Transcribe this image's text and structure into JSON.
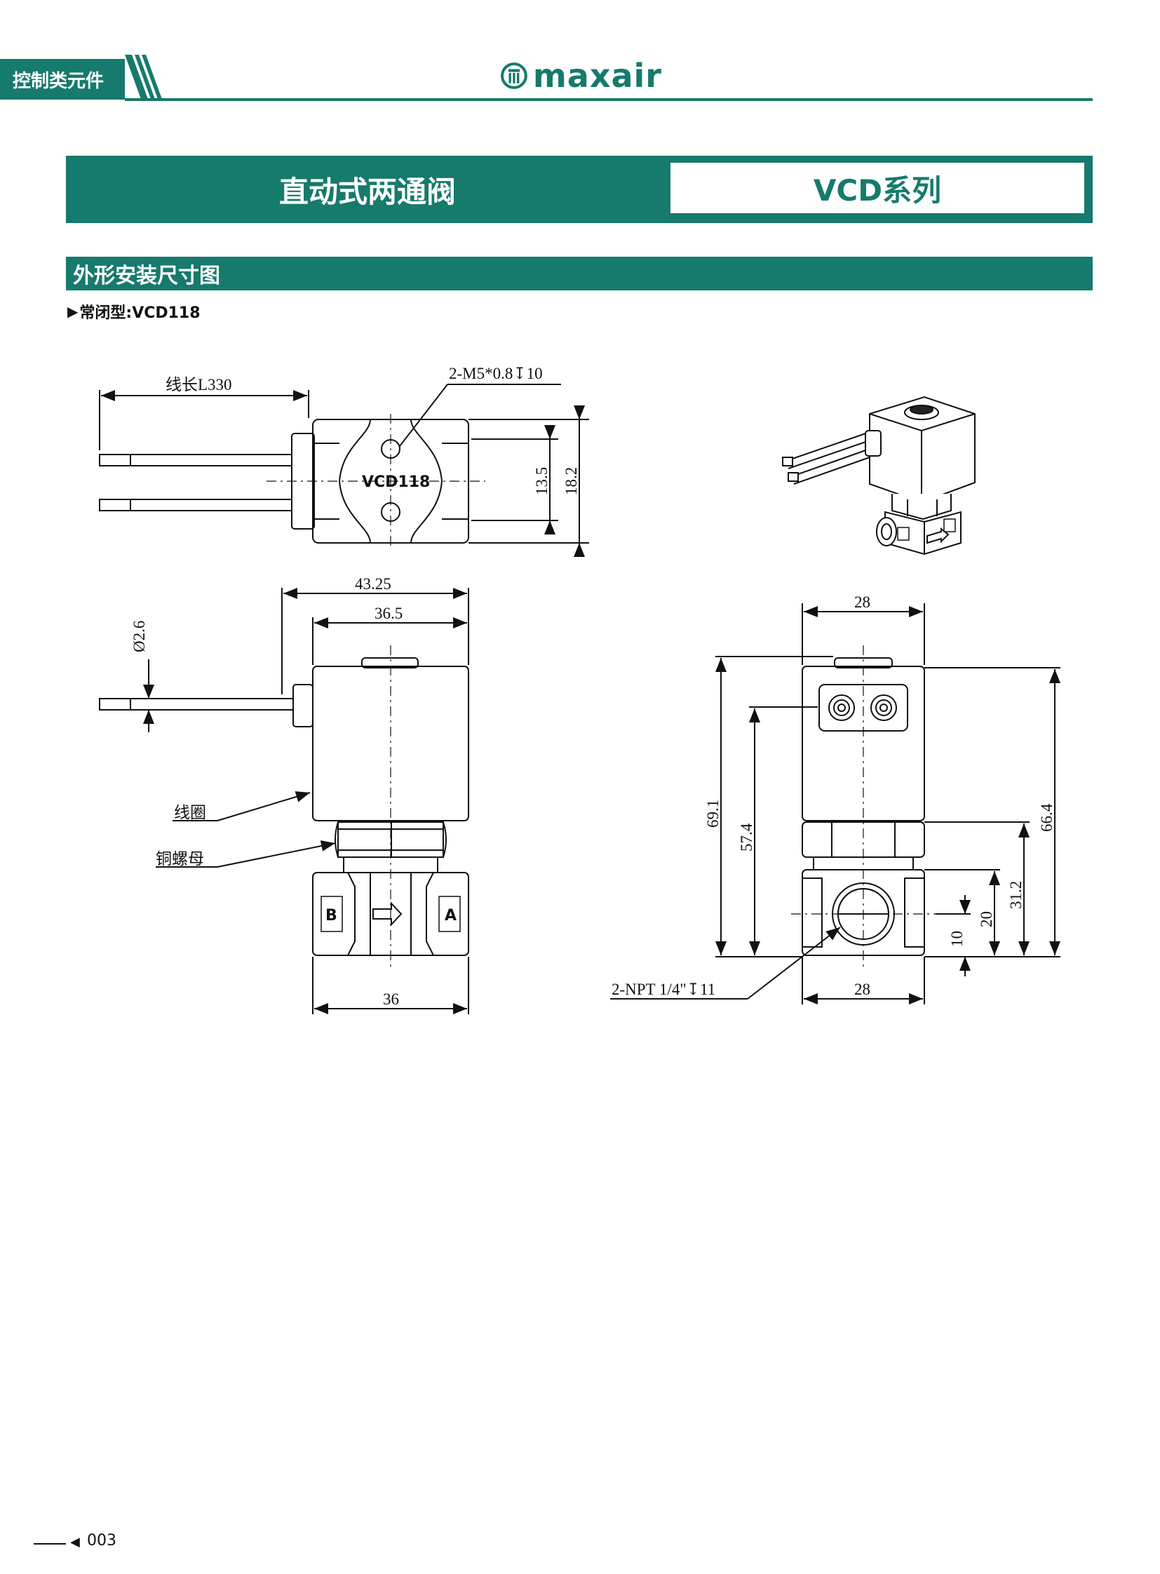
{
  "header": {
    "category_tag": "控制类元件",
    "logo_text": "maxair"
  },
  "title": {
    "product_name": "直动式两通阀",
    "series": "VCD系列"
  },
  "section": {
    "title": "外形安装尺寸图",
    "subtitle": "常闭型:VCD118"
  },
  "drawing_labels": {
    "wire_length": "线长L330",
    "thread_callout": "2-M5*0.8↧10",
    "model_mark": "VCD118",
    "dim_13_5": "13.5",
    "dim_18_2": "18.2",
    "dim_43_25": "43.25",
    "dim_36_5": "36.5",
    "wire_dia": "Ø2.6",
    "coil_label": "线圈",
    "nut_label": "铜螺母",
    "port_b": "B",
    "port_a": "A",
    "dim_36": "36",
    "dim_28_top": "28",
    "dim_28_bottom": "28",
    "dim_69_1": "69.1",
    "dim_57_4": "57.4",
    "dim_66_4": "66.4",
    "dim_31_2": "31.2",
    "dim_20": "20",
    "dim_10": "10",
    "port_callout": "2-NPT 1/4\"↧11"
  },
  "footer": {
    "page_number": "003"
  },
  "colors": {
    "brand_teal": "#167a6c"
  }
}
